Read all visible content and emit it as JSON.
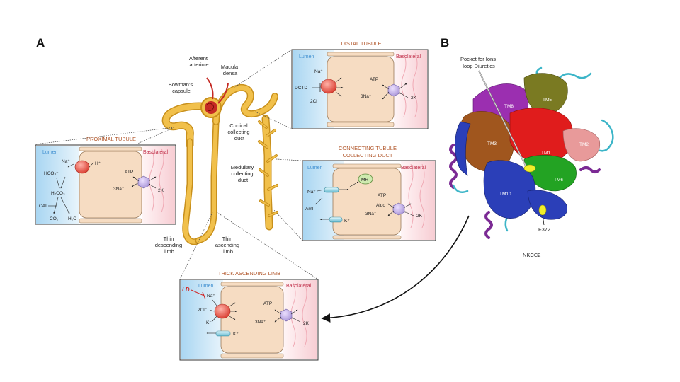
{
  "panels": {
    "a": "A",
    "b": "B"
  },
  "nephron": {
    "afferent_arteriole": [
      "Afferent",
      "arteriole"
    ],
    "macula_densa": [
      "Macula",
      "densa"
    ],
    "bowmans_capsule": [
      "Bowman's",
      "capsule"
    ],
    "cortical_collecting_duct": [
      "Cortical",
      "collecting",
      "duct"
    ],
    "medullary_collecting_duct": [
      "Medullary",
      "collecting",
      "duct"
    ],
    "thin_descending_limb": [
      "Thin",
      "descending",
      "limb"
    ],
    "thin_ascending_limb": [
      "Thin",
      "ascending",
      "limb"
    ]
  },
  "proximal": {
    "title": "PROXIMAL TUBULE",
    "lumen": "Lumen",
    "basolateral": "Basolateral",
    "na": "Na⁺",
    "h": "H⁺",
    "hco3": "HCO₃⁻",
    "h2co3": "H₂CO₃",
    "cai": "CAI",
    "co2": "CO₂",
    "h2o": "H₂O",
    "atp": "ATP",
    "three_na": "3Na⁺",
    "two_k": "2K"
  },
  "distal": {
    "title": "DISTAL TUBULE",
    "lumen": "Lumen",
    "basolateral": "Basolateral",
    "na": "Na⁺",
    "dctd": "DCTD",
    "two_cl": "2Cl⁻",
    "atp": "ATP",
    "three_na": "3Na⁺",
    "two_k": "2K"
  },
  "connecting": {
    "title_line1": "CONNECTING TUBULE",
    "title_line2": "COLLECTING DUCT",
    "lumen": "Lumen",
    "basolateral": "Basolateral",
    "mr": "MR",
    "na": "Na⁺",
    "aml": "Aml",
    "k": "K⁺",
    "atp": "ATP",
    "aldo": "Aldo",
    "three_na": "3Na⁺",
    "two_k": "2K"
  },
  "thick": {
    "title": "THICK ASCENDING LIMB",
    "lumen": "Lumen",
    "basolateral": "Basolateral",
    "ld": "LD",
    "na": "Na⁺",
    "two_cl": "2Cl⁻",
    "k1": "K⁻",
    "k2": "K⁺",
    "atp": "ATP",
    "three_na": "3Na⁺",
    "two_k": "2K"
  },
  "protein": {
    "pocket": [
      "Pocket for Ions",
      "loop Diuretics"
    ],
    "tm8": "TM8",
    "tm5": "TM5",
    "tm3": "TM3",
    "tm1": "TM1",
    "tm2": "TM2",
    "tm6": "TM6",
    "tm10": "TM10",
    "f372": "F372",
    "name": "NKCC2"
  },
  "colors": {
    "tubule": "#f1c04b",
    "tubule_edge": "#c8901c",
    "cell": "#f6dcc2",
    "lumen": "#bfe0f5",
    "baso": "#fbe3e6",
    "title": "#b1562a",
    "lumen_text": "#3f8fd0",
    "baso_text": "#c0304a"
  }
}
